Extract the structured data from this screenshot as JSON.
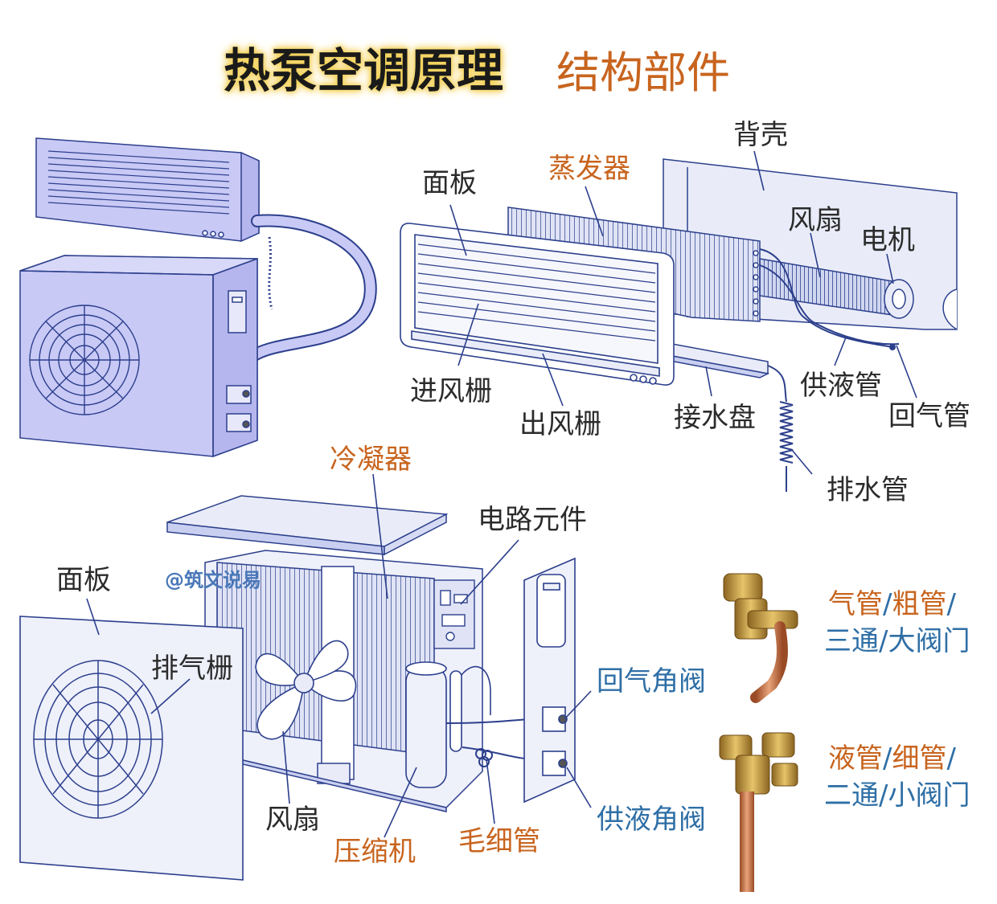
{
  "title": "热泵空调原理",
  "subtitle": "结构部件",
  "watermark": "@筑文说易",
  "labels": {
    "back_shell": "背壳",
    "evaporator": "蒸发器",
    "front_panel_indoor": "面板",
    "fan_indoor": "风扇",
    "motor": "电机",
    "inlet_grille": "进风栅",
    "outlet_grille": "出风栅",
    "drip_tray": "接水盘",
    "liquid_pipe": "供液管",
    "gas_return_pipe": "回气管",
    "drain_pipe": "排水管",
    "condenser": "冷凝器",
    "circuit_parts": "电路元件",
    "front_panel_outdoor": "面板",
    "exhaust_grille": "排气栅",
    "gas_return_valve": "回气角阀",
    "liquid_supply_valve": "供液角阀",
    "fan_outdoor": "风扇",
    "compressor": "压缩机",
    "capillary": "毛细管"
  },
  "pipe_legend": {
    "gas_line1": [
      "气管",
      "/",
      "粗管",
      "/"
    ],
    "gas_line2": [
      "三通",
      "/",
      "大阀门"
    ],
    "liquid_line1": [
      "液管",
      "/",
      "细管",
      "/"
    ],
    "liquid_line2": [
      "二通",
      "/",
      "小阀门"
    ]
  },
  "colors": {
    "unit_fill": "#c9c9f6",
    "line_drawing": "#2c3f8c",
    "light_fill": "#e9ecf8",
    "orange_text": "#c8641e",
    "blue_text": "#2f6fa6",
    "brass": "#c99a3c",
    "copper": "#c4703f"
  }
}
